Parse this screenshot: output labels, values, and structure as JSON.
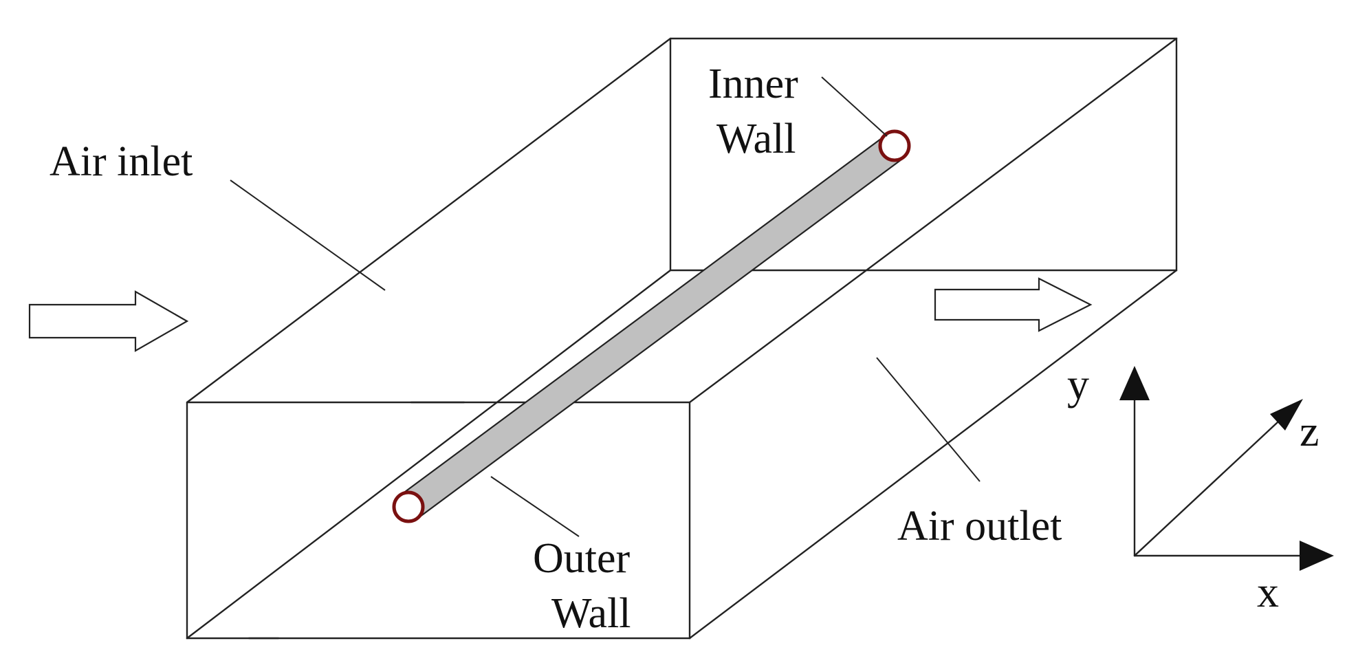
{
  "labels": {
    "air_inlet": "Air inlet",
    "air_outlet": "Air outlet",
    "inner_wall_line1": "Inner",
    "inner_wall_line2": "Wall",
    "outer_wall_line1": "Outer",
    "outer_wall_line2": "Wall"
  },
  "axes": {
    "x": "x",
    "y": "y",
    "z": "z"
  },
  "colors": {
    "lines": "#222222",
    "tube_fill": "#c0c0c0",
    "tube_end_ring": "#7a1010",
    "background": "#ffffff"
  }
}
